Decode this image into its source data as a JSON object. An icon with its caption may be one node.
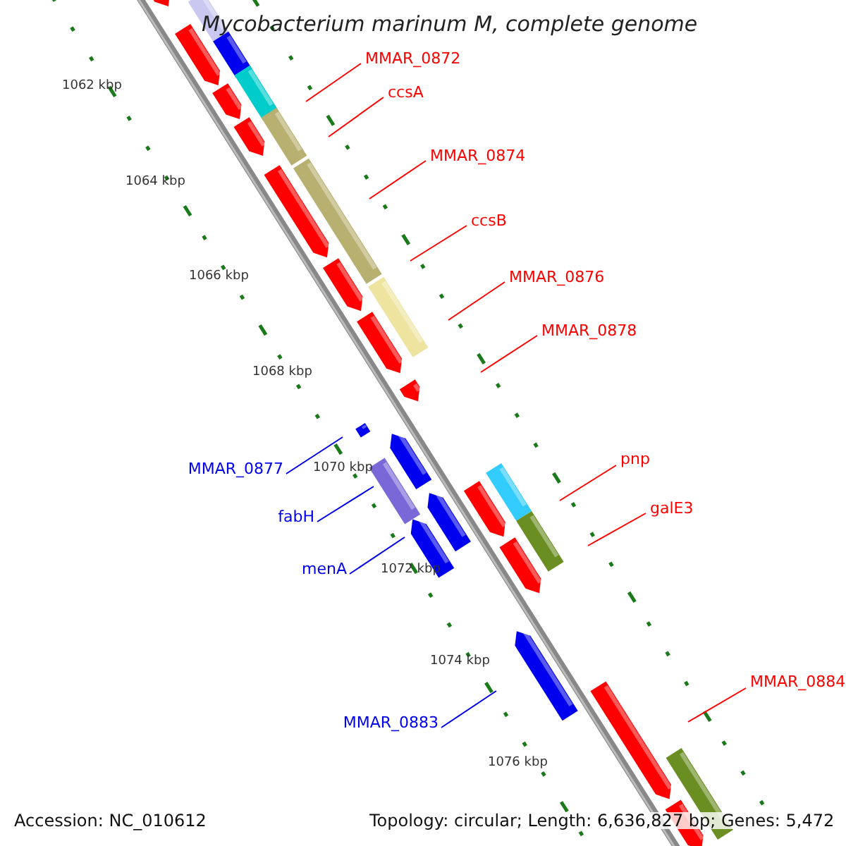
{
  "diagram": {
    "title": "Mycobacterium marinum M, complete genome",
    "nodes": [
      {
        "text": [
          "MMAR_0872"
        ]
      },
      {
        "text": [
          "ccsA"
        ]
      },
      {
        "text": [
          "MMAR_0874"
        ]
      },
      {
        "text": [
          "ccsB"
        ]
      },
      {
        "text": [
          "MMAR_0876"
        ]
      },
      {
        "text": [
          "MMAR_0878"
        ]
      },
      {
        "text": [
          "pnp"
        ]
      },
      {
        "text": [
          "MMAR_0877"
        ]
      },
      {
        "text": [
          "galE3"
        ]
      },
      {
        "text": [
          "fabH"
        ]
      },
      {
        "text": [
          "menA"
        ]
      },
      {
        "text": [
          "MMAR_0884"
        ]
      },
      {
        "text": [
          "MMAR_0883"
        ]
      }
    ],
    "edges": [
      {
        "from": 0,
        "to": null,
        "arrow": "none"
      },
      {
        "from": 1,
        "to": null,
        "arrow": "none"
      },
      {
        "from": 2,
        "to": null,
        "arrow": "none"
      },
      {
        "from": 3,
        "to": null,
        "arrow": "none"
      },
      {
        "from": 4,
        "to": null,
        "arrow": "none"
      },
      {
        "from": 5,
        "to": null,
        "arrow": "none"
      },
      {
        "from": 6,
        "to": null,
        "arrow": "none"
      },
      {
        "from": 7,
        "to": null,
        "arrow": "none",
        "color": "#0000ee"
      },
      {
        "from": 8,
        "to": null,
        "arrow": "none"
      },
      {
        "from": 9,
        "to": null,
        "arrow": "none",
        "color": "#0000ee"
      },
      {
        "from": 10,
        "to": null,
        "arrow": "none",
        "color": "#0000ee"
      },
      {
        "from": 11,
        "to": null,
        "arrow": "none"
      },
      {
        "from": 12,
        "to": null,
        "arrow": "none",
        "color": "#0000ee"
      }
    ],
    "labels": [
      "1062 kbp",
      "1064 kbp",
      "1066 kbp",
      "1068 kbp",
      "1070 kbp",
      "1072 kbp",
      "1074 kbp",
      "1076 kbp",
      "Accession: NC_010612",
      "Topology: circular; Length: 6,636,827 bp; Genes: 5,472"
    ]
  }
}
